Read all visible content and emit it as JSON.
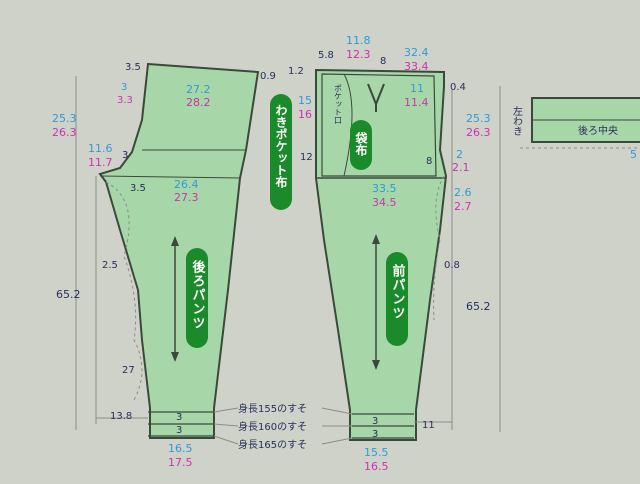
{
  "colors": {
    "background": "#cfd2c9",
    "piece_fill": "#a7d7a9",
    "piece_stroke": "#3a4a3a",
    "label_blue": "#2f9bd8",
    "label_magenta": "#cc33b0",
    "label_dark": "#2a2f5a",
    "pill_green": "#1a8a2a",
    "pill_text": "#ffffff"
  },
  "back_pants": {
    "title": "後ろパンツ",
    "dims": {
      "top_left": "3.5",
      "waist_blue": "27.2",
      "waist_mag": "28.2",
      "waist_right": "0.9",
      "hip_left_small": "3",
      "hip_left_small_mag": "3.3",
      "crotch_depth_blue": "25.3",
      "crotch_depth_mag": "26.3",
      "crotch_ext_blue": "11.6",
      "crotch_ext_mag": "11.7",
      "crotch_curve": "3",
      "hip_offset": "3.5",
      "thigh_blue": "26.4",
      "thigh_mag": "27.3",
      "inseam_curve": "2.5",
      "length": "65.2",
      "knee_curve": "27",
      "hem_ext": "13.8",
      "hem_fold1": "3",
      "hem_fold2": "3",
      "hem_blue": "16.5",
      "hem_mag": "17.5"
    }
  },
  "front_pants": {
    "title": "前パンツ",
    "dims": {
      "pocket_top_blue": "11.8",
      "pocket_top_mag": "12.3",
      "top_left_rise": "1.2",
      "top_left_offset": "5.8",
      "dart": "8",
      "waist_blue": "32.4",
      "waist_mag": "33.4",
      "waist_side_blue": "11",
      "waist_side_mag": "11.4",
      "right_top": "0.4",
      "pocket_depth_blue": "15",
      "pocket_depth_mag": "16",
      "pocket_mouth": "ポケット口",
      "fly_depth": "12",
      "crotch_depth_blue": "25.3",
      "crotch_depth_mag": "26.3",
      "side_curve": "8",
      "hip_ext_blue": "2",
      "hip_ext_mag": "2.1",
      "hip_blue": "33.5",
      "hip_mag": "34.5",
      "thigh_ext_blue": "2.6",
      "thigh_ext_mag": "2.7",
      "knee_curve": "0.8",
      "length": "65.2",
      "hem_fold1": "3",
      "hem_fold2": "3",
      "hem_ext": "11",
      "hem_blue": "15.5",
      "hem_mag": "16.5"
    }
  },
  "pocket_cloth": {
    "title": "袋布"
  },
  "side_pocket_cloth": {
    "title": "わきポケット布"
  },
  "hem_lines": {
    "line1": "身長155のすそ",
    "line2": "身長160のすそ",
    "line3": "身長165のすそ"
  },
  "waistband": {
    "label_left": "左わき",
    "label_center": "後ろ中央",
    "dim_blue": "5"
  },
  "icons": [
    "grainline-arrow-icon"
  ]
}
